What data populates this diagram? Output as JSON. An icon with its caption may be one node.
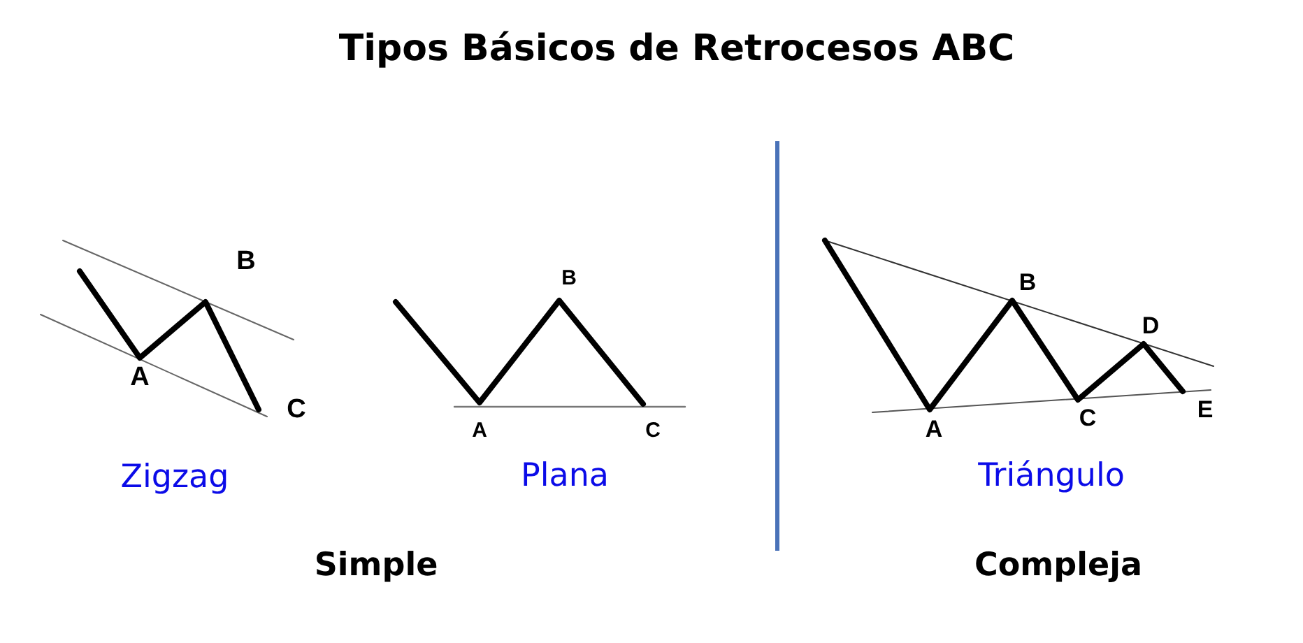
{
  "diagram": {
    "title": "Tipos Básicos de Retrocesos ABC",
    "labels": [
      "B",
      "A",
      "C",
      "Zigzag",
      "B",
      "A",
      "C",
      "Plana",
      "B",
      "D",
      "A",
      "C",
      "E",
      "Triángulo",
      "Simple",
      "Compleja"
    ]
  }
}
